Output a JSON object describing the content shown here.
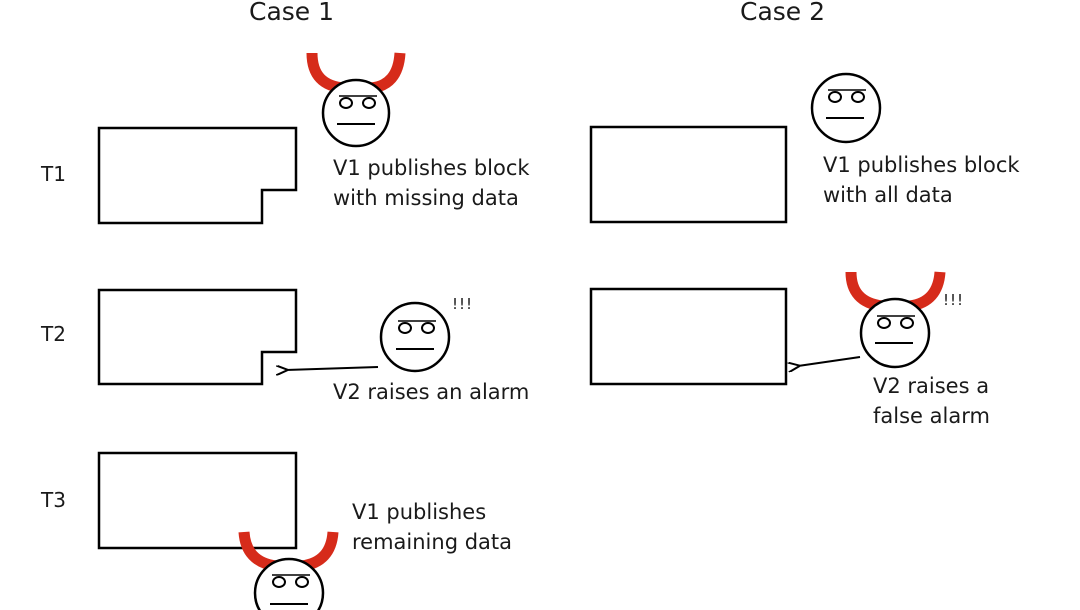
{
  "headers": {
    "case1": "Case 1",
    "case2": "Case 2"
  },
  "rows": {
    "t1": "T1",
    "t2": "T2",
    "t3": "T3"
  },
  "captions": {
    "case1_t1": "V1 publishes block\nwith missing data",
    "case1_t2": "V2 raises an alarm",
    "case1_t3": "V1 publishes\nremaining data",
    "case2_t1": "V1 publishes block\nwith all data",
    "case2_t2": "V2 raises a\nfalse alarm"
  },
  "exclamation": "!!!",
  "colors": {
    "horns": "#d62b1a",
    "stroke": "#000000",
    "text": "#1a1a1a"
  },
  "icons": {
    "honest": "neutral-face-icon",
    "malicious": "devil-face-icon"
  }
}
